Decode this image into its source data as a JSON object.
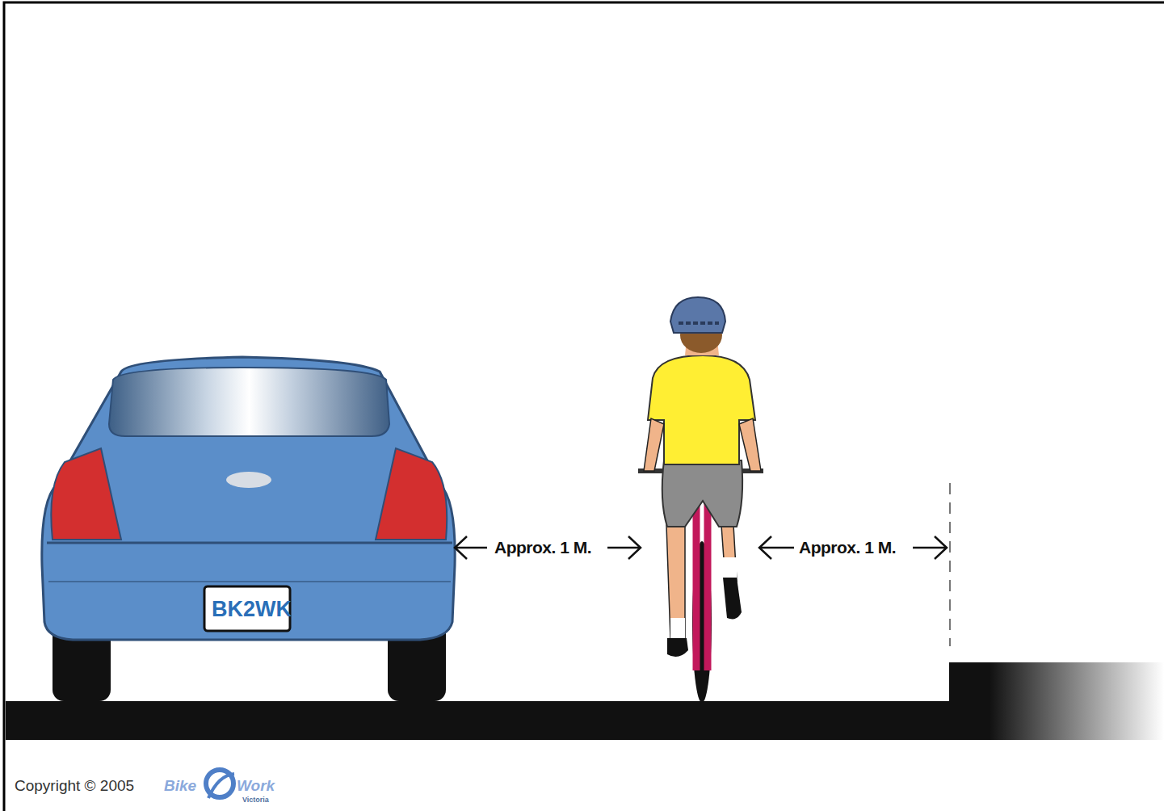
{
  "diagram": {
    "labels": [
      "BK2WK",
      "Approx. 1 M.",
      "Approx. 1 M.",
      "Copyright © 2005",
      "Bike",
      "Work",
      "Victoria"
    ]
  }
}
